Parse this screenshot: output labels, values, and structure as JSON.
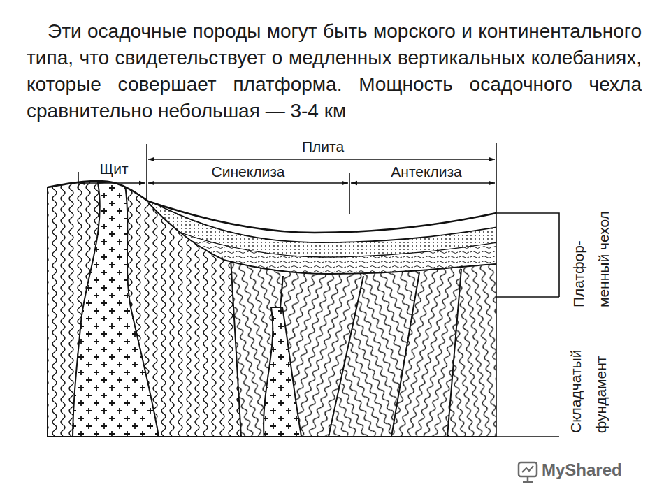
{
  "diagram": {
    "caption": "Эти осадочные породы могут быть морского и континентального типа, что свидетельствует о медленных вертикальных колебаниях, которые совершает платформа. Мощность осадочного чехла сравнительно небольшая — 3-4 км",
    "labels": [
      "Плита",
      "Щит",
      "Синеклиза",
      "Антеклиза",
      "Платфор- менный чехол",
      "Складчатый фундамент",
      "MyShared"
    ]
  }
}
